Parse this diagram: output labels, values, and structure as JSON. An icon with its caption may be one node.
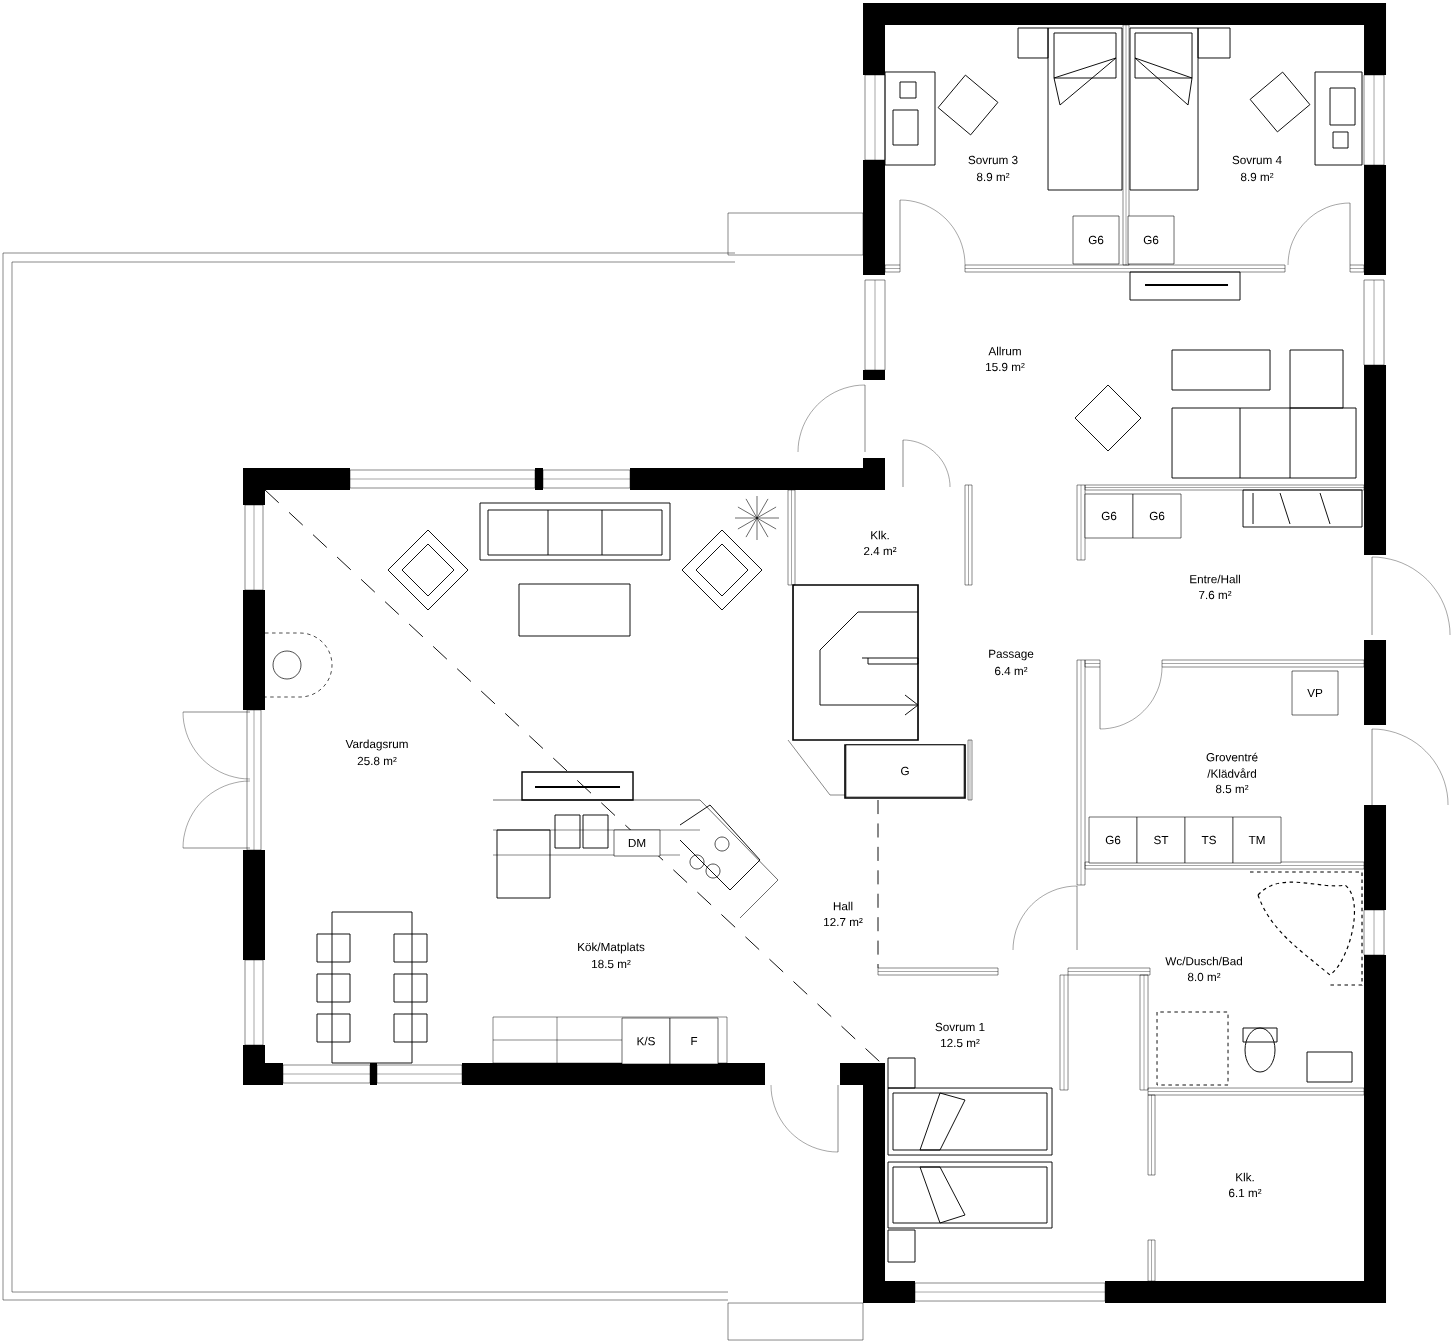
{
  "diagram": {
    "nodes": [
      {
        "text": [
          "G6"
        ]
      },
      {
        "text": [
          "G6"
        ]
      },
      {
        "text": [
          "G6"
        ]
      },
      {
        "text": [
          "G6"
        ]
      },
      {
        "text": [
          "VP"
        ]
      },
      {
        "text": [
          "G"
        ]
      },
      {
        "text": [
          "G6"
        ]
      },
      {
        "text": [
          "ST"
        ]
      },
      {
        "text": [
          "TS"
        ]
      },
      {
        "text": [
          "TM"
        ]
      },
      {
        "text": [
          "DM"
        ]
      },
      {
        "text": [
          "K/S"
        ]
      },
      {
        "text": [
          "F"
        ]
      }
    ],
    "labels": [
      "Sovrum 3",
      "8.9 m²",
      "Sovrum 4",
      "8.9 m²",
      "Allrum",
      "15.9 m²",
      "Klk.",
      "2.4 m²",
      "Entre/Hall",
      "7.6 m²",
      "Passage",
      "6.4 m²",
      "Vardagsrum",
      "25.8 m²",
      "Groventré",
      "/Klädvård",
      "8.5 m²",
      "Hall",
      "12.7 m²",
      "Kök/Matplats",
      "18.5 m²",
      "Wc/Dusch/Bad",
      "8.0 m²",
      "Sovrum 1",
      "12.5 m²",
      "Klk.",
      "6.1 m²"
    ]
  }
}
